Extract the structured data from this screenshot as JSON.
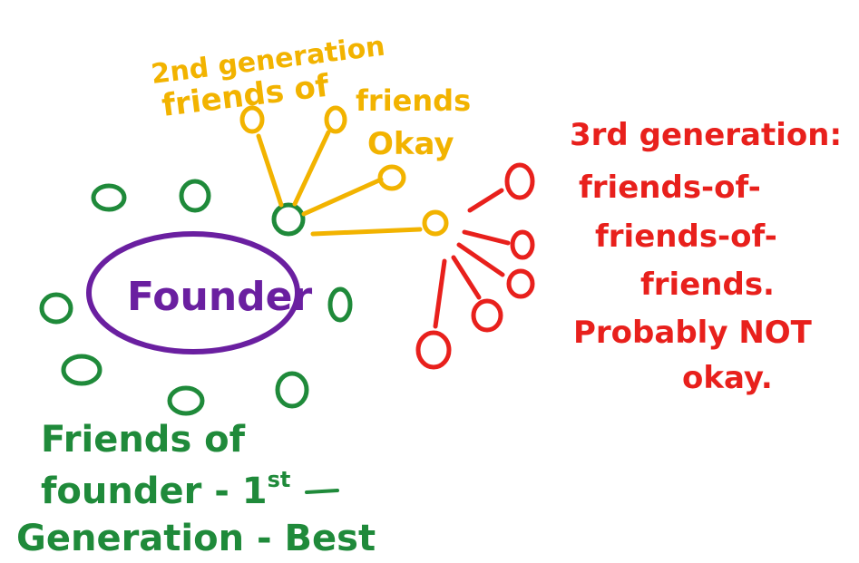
{
  "colors": {
    "founder": "#6a1fa0",
    "first_generation": "#1f8a3a",
    "second_generation": "#f2b300",
    "third_generation": "#e8201c"
  },
  "founder": {
    "label": "Founder"
  },
  "first_generation": {
    "line1": "Friends of",
    "line2": "founder - 1",
    "line2_sup": "st",
    "line3": "Generation - Best"
  },
  "second_generation": {
    "line1": "2nd generation",
    "line2": "friends of",
    "line3": "friends",
    "line4": "Okay"
  },
  "third_generation": {
    "line1": "3rd generation:",
    "line2": "friends-of-",
    "line3": "friends-of-",
    "line4": "friends.",
    "line5": "Probably NOT",
    "line6": "okay."
  }
}
